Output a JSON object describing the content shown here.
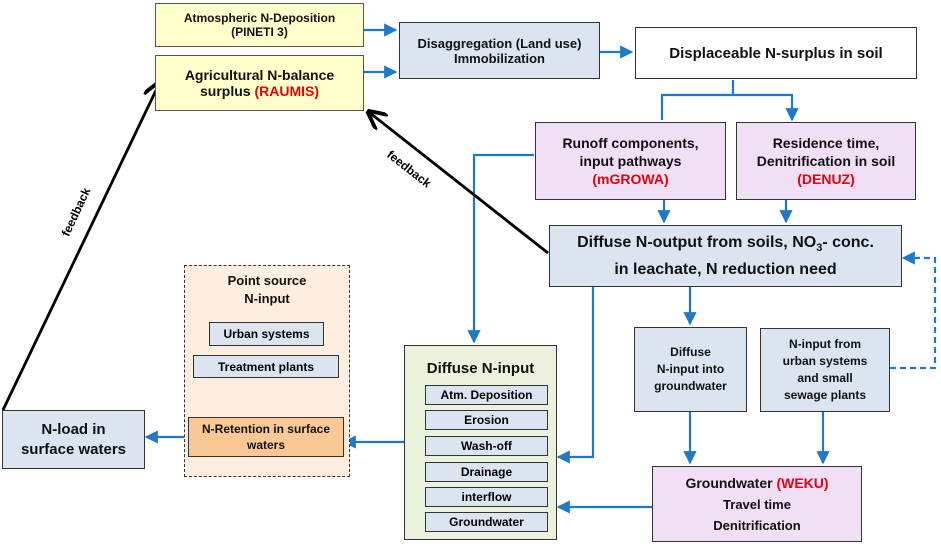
{
  "boxes": {
    "atm_dep": {
      "line1": "Atmospheric N-Deposition",
      "line2": "(PINETI 3)"
    },
    "agri": {
      "line1": "Agricultural N-balance",
      "line2a": "surplus",
      "line2b": "(RAUMIS)"
    },
    "disagg": {
      "line1": "Disaggregation (Land use)",
      "line2": "Immobilization"
    },
    "displaceable": {
      "text": "Displaceable N-surplus in soil"
    },
    "runoff": {
      "line1": "Runoff components,",
      "line2": "input pathways",
      "model": "(mGROWA)"
    },
    "residence": {
      "line1": "Residence time,",
      "line2": "Denitrification in soil",
      "model": "(DENUZ)"
    },
    "diffuse_out": {
      "line1a": "Diffuse N-output from soils, NO",
      "sub": "3",
      "line1b": "- conc.",
      "line2": "in leachate, N reduction need"
    },
    "point_source": {
      "title1": "Point source",
      "title2": "N-input",
      "items": [
        "Urban systems",
        "Treatment plants"
      ],
      "retention": "N-Retention in surface waters"
    },
    "diffuse_in": {
      "title": "Diffuse N-input",
      "items": [
        "Atm. Deposition",
        "Erosion",
        "Wash-off",
        "Drainage",
        "interflow",
        "Groundwater"
      ]
    },
    "diffuse_gw": {
      "line1": "Diffuse",
      "line2": "N-input into",
      "line3": "groundwater"
    },
    "urban_input": {
      "line1": "N-input from",
      "line2": "urban systems",
      "line3": "and small",
      "line4": "sewage plants"
    },
    "groundwater": {
      "line1a": "Groundwater",
      "model": "(WEKU)",
      "line2": "Travel time",
      "line3": "Denitrification"
    },
    "nload": {
      "line1": "N-load in",
      "line2": "surface waters"
    }
  },
  "labels": {
    "feedback_left": "feedback",
    "feedback_mid": "feedback"
  },
  "colors": {
    "arrow": "#1f78c8",
    "model_name": "#e8000b",
    "yellow_fill": "#ffffcc",
    "blue_fill": "#dbe5f1",
    "purple_fill": "#f1dff5"
  }
}
